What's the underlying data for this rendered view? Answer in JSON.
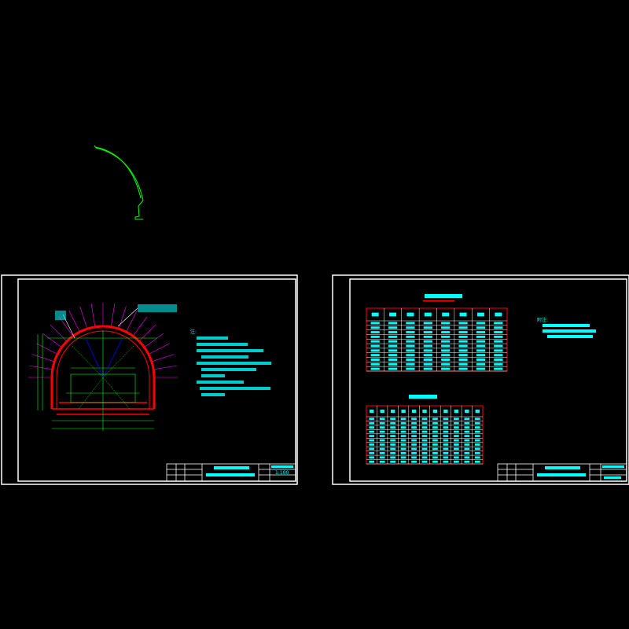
{
  "canvas": {
    "background": "#000000"
  },
  "colors": {
    "frame": "#ffffff",
    "text": "#00ffff",
    "section": "#ff0000",
    "dim": "#00ff00",
    "bolt": "#ff00ff"
  },
  "left_sheet": {
    "notes_heading": "注:",
    "notes_count": 5,
    "title_block": {
      "scale": "1:100"
    }
  },
  "right_sheet": {
    "notes_heading": "附注:",
    "notes_count": 2,
    "table1": {
      "rows": 11,
      "cols": 8
    },
    "table2": {
      "rows": 11,
      "cols": 11
    }
  }
}
